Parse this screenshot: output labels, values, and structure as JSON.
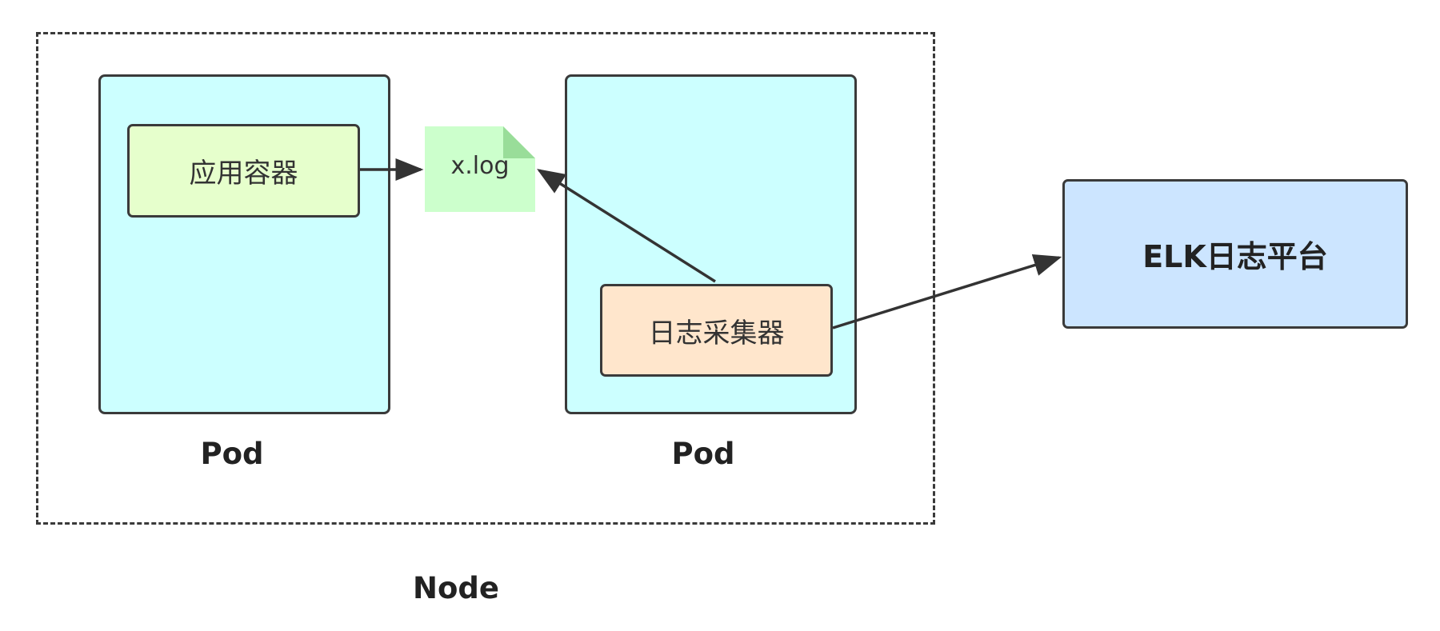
{
  "node": {
    "label": "Node"
  },
  "pods": [
    {
      "label": "Pod"
    },
    {
      "label": "Pod"
    }
  ],
  "components": {
    "app_container": "应用容器",
    "log_file": "x.log",
    "log_collector": "日志采集器",
    "elk_platform": "ELK日志平台"
  },
  "colors": {
    "pod_fill": "#ccffff",
    "app_container_fill": "#e6ffcc",
    "log_file_fill": "#ccffcc",
    "log_collector_fill": "#ffe6cc",
    "elk_fill": "#cce5ff",
    "stroke": "#3a3a3a"
  }
}
